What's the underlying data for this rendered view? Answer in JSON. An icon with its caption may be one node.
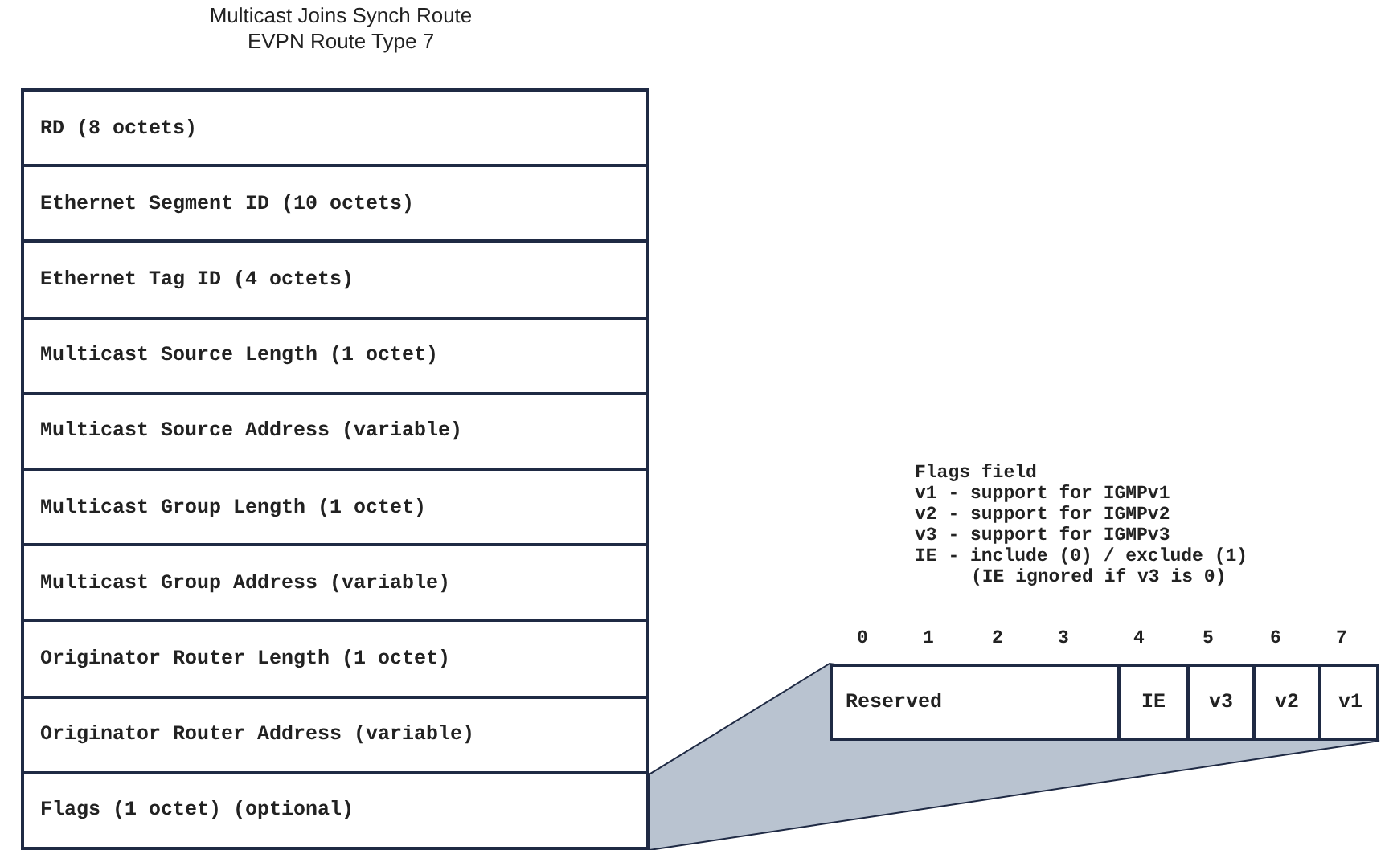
{
  "diagram": {
    "title": "Multicast Joins Synch Route EVPN Route Type 7",
    "nodes": [
      {
        "text": [
          "RD (8 octets)"
        ]
      },
      {
        "text": [
          "Ethernet Segment ID (10 octets)"
        ]
      },
      {
        "text": [
          "Ethernet Tag ID (4 octets)"
        ]
      },
      {
        "text": [
          "Multicast Source Length (1 octet)"
        ]
      },
      {
        "text": [
          "Multicast Source Address (variable)"
        ]
      },
      {
        "text": [
          "Multicast Group Length (1 octet)"
        ]
      },
      {
        "text": [
          "Multicast Group Address (variable)"
        ]
      },
      {
        "text": [
          "Originator Router Length (1 octet)"
        ]
      },
      {
        "text": [
          "Originator Router Address (variable)"
        ]
      },
      {
        "text": [
          "Flags (1 octet) (optional)"
        ]
      },
      {
        "text": [],
        "shape": "box"
      },
      {
        "text": [
          "Reserved"
        ],
        "in": 10
      },
      {
        "text": [
          "IE"
        ],
        "in": 10
      },
      {
        "text": [
          "v3"
        ],
        "in": 10
      },
      {
        "text": [
          "v2"
        ],
        "in": 10
      },
      {
        "text": [
          "v1"
        ],
        "in": 10
      }
    ],
    "edges": [
      {
        "from": 9,
        "to": 10,
        "arrow": "none",
        "style": "thick",
        "color": "#b9c3d0"
      }
    ],
    "labels": [
      "Flags field",
      "v1 - support for IGMPv1",
      "v2 - support for IGMPv2",
      "v3 - support for IGMPv3",
      "IE - include (0) / exclude (1)",
      "(IE ignored if v3 is 0)",
      "0",
      "1",
      "2",
      "3",
      "4",
      "5",
      "6",
      "7"
    ]
  }
}
